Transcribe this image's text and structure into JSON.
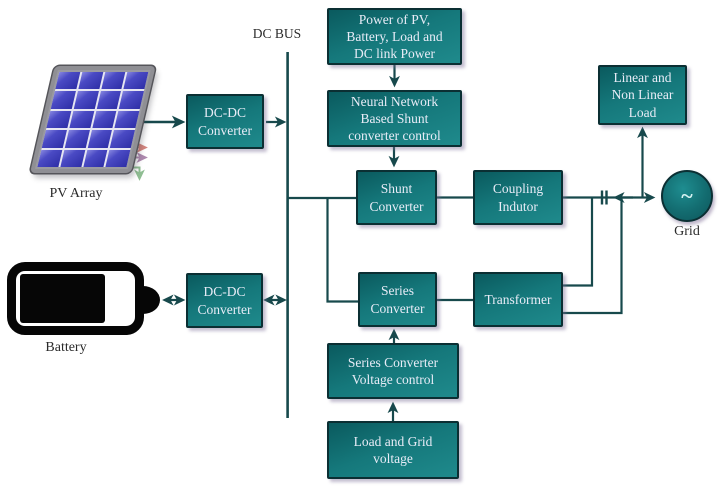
{
  "figure": {
    "type": "block-diagram",
    "labels": {
      "dc_bus": "DC BUS",
      "pv_array": "PV Array",
      "battery": "Battery",
      "grid": "Grid",
      "grid_symbol": "~"
    },
    "boxes": {
      "power": {
        "text": "Power of PV,\nBattery, Load and\nDC link Power"
      },
      "neural_network": {
        "text": "Neural Network\nBased Shunt\nconverter control"
      },
      "pv_dcdc": {
        "text": "DC-DC\nConverter"
      },
      "battery_dcdc": {
        "text": "DC-DC\nConverter"
      },
      "shunt": {
        "text": "Shunt\nConverter"
      },
      "coupling": {
        "text": "Coupling\nIndutor"
      },
      "series": {
        "text": "Series\nConverter"
      },
      "transformer": {
        "text": "Transformer"
      },
      "series_voltage_control": {
        "text": "Series Converter\nVoltage control"
      },
      "load_grid_voltage": {
        "text": "Load and Grid\nvoltage"
      },
      "linear_nonlinear_load": {
        "text": "Linear and\nNon Linear\nLoad"
      }
    },
    "pv_panel": {
      "columns": 4,
      "rows": 5
    },
    "colors": {
      "box_fill": "#15787b",
      "box_border": "#0b2f33",
      "wire": "#17494c",
      "box_text": "#e8ecf7",
      "panel_cell": "#3b3bb4",
      "grid_circle": "#136c70",
      "pv_arrow_red": "#d4857e",
      "pv_arrow_purple": "#ad89ae",
      "pv_arrow_green": "#8fbd92"
    }
  }
}
